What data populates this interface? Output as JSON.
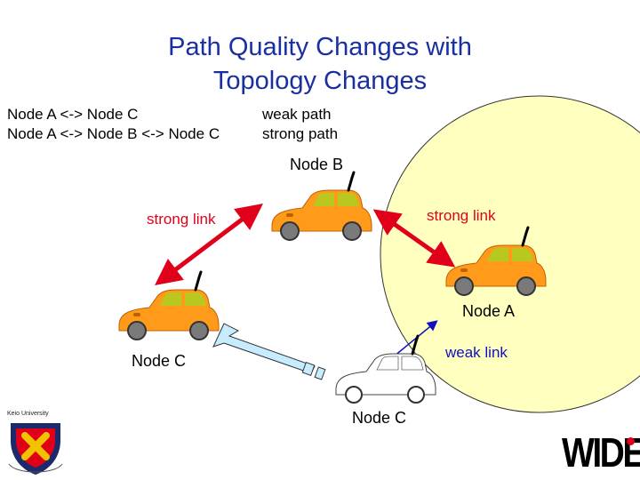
{
  "title": {
    "line1": "Path Quality Changes with",
    "line2": "Topology Changes"
  },
  "paths": [
    {
      "route": "Node A <-> Node C",
      "quality": "weak path"
    },
    {
      "route": "Node A <-> Node B <-> Node C",
      "quality": "strong path"
    }
  ],
  "links": {
    "left_strong": "strong link",
    "right_strong": "strong link",
    "weak": "weak link"
  },
  "nodes": {
    "b": "Node B",
    "a": "Node A",
    "c_left": "Node C",
    "c_bottom": "Node C"
  },
  "logos": {
    "keio": "Keio University",
    "wide": "WIDE"
  },
  "colors": {
    "title": "#1a2fa0",
    "coverage_area": "#ffffc0",
    "strong_link": "#e0001a",
    "weak_link": "#1010c0",
    "car_body": "#ff9a1a",
    "car_window": "#b8c81e",
    "movement_arrow": "#c8ecff"
  }
}
